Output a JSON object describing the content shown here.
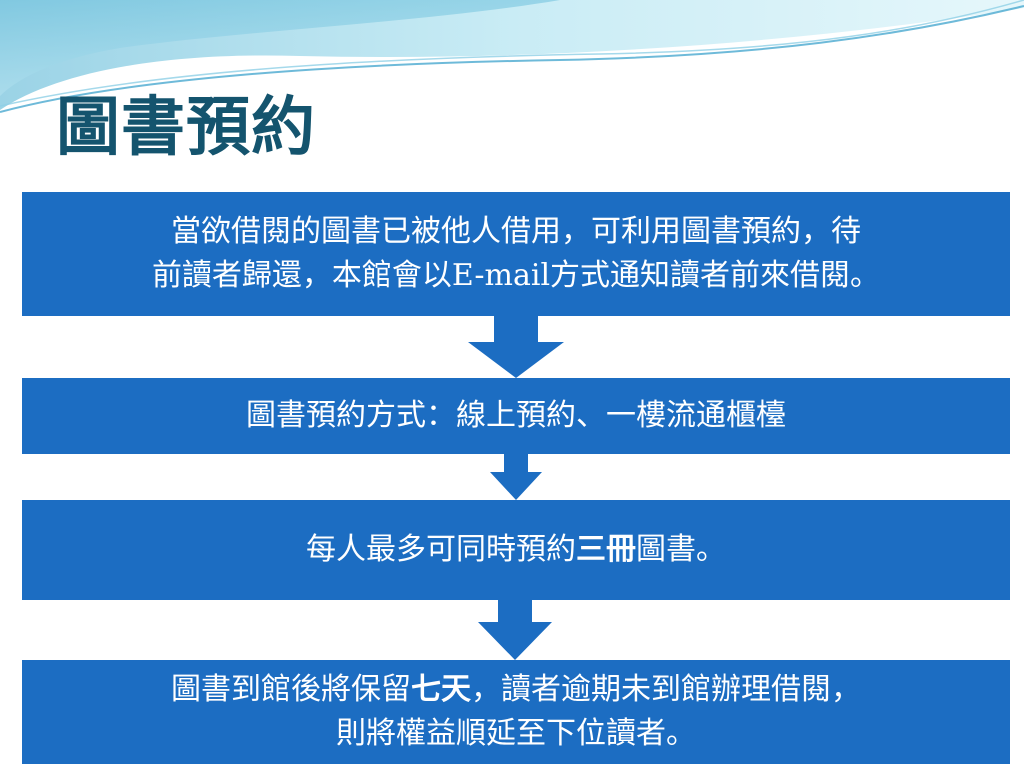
{
  "slide": {
    "title": "圖書預約",
    "boxes": [
      {
        "line1": "當欲借閱的圖書已被他人借用，可利用圖書預約，待",
        "line2": "前讀者歸還，本館會以E-mail方式通知讀者前來借閱。"
      },
      {
        "line1": "圖書預約方式：線上預約、一樓流通櫃檯"
      },
      {
        "before": "每人最多可同時預約",
        "bold": "三冊",
        "after": "圖書。"
      },
      {
        "before": "圖書到館後將保留",
        "bold": "七天",
        "after": "，讀者逾期未到館辦理借閱，",
        "line2": "則將權益順延至下位讀者。"
      }
    ]
  },
  "colors": {
    "title": "#14546e",
    "box_fill": "#1c6dc2",
    "box_text": "#ffffff"
  }
}
